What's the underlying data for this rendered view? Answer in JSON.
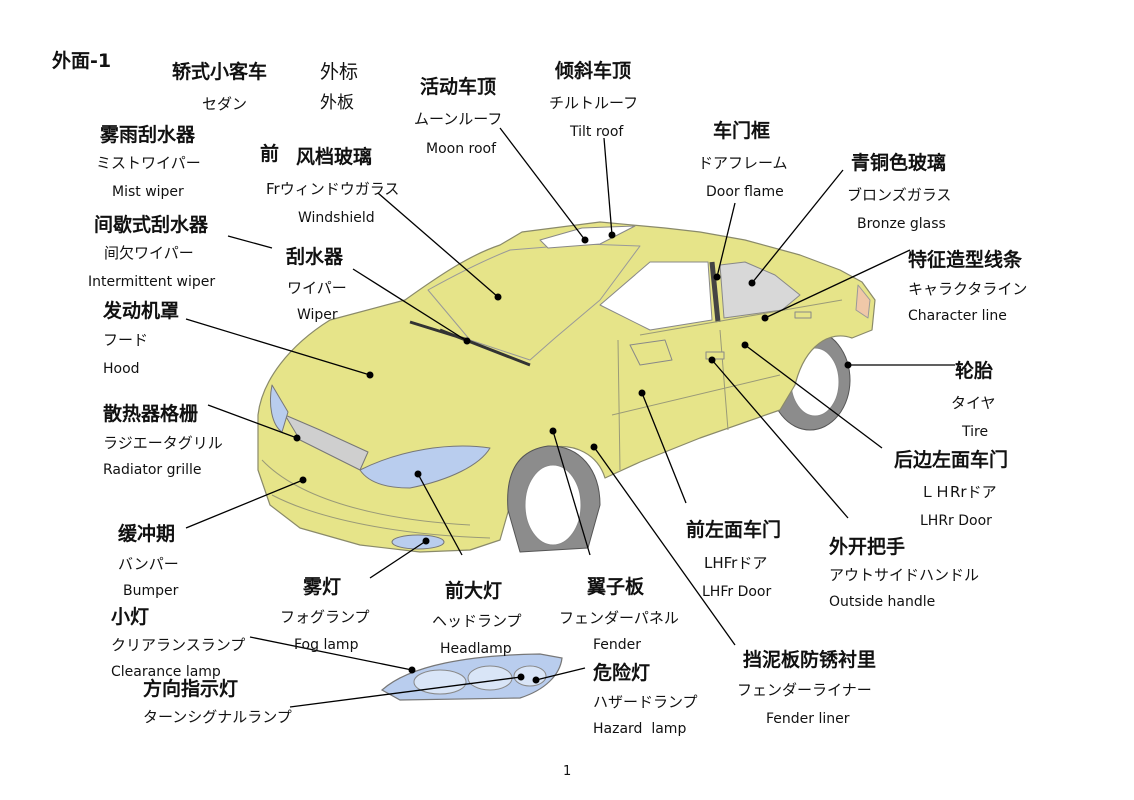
{
  "page_title": "外面-1",
  "page_number": "1",
  "parts": {
    "sedan": {
      "zh": "轿式小客车",
      "jp": "セダン"
    },
    "emblem": {
      "zh": "外标",
      "jp": "外板"
    },
    "moon_roof": {
      "zh": "活动车顶",
      "jp": "ムーンルーフ",
      "en": "Moon roof"
    },
    "tilt_roof": {
      "zh": "倾斜车顶",
      "jp": "チルトルーフ",
      "en": "Tilt roof"
    },
    "mist_wiper": {
      "zh": "雾雨刮水器",
      "jp": "ミストワイパー",
      "en": "Mist wiper"
    },
    "windshield": {
      "prefix": "前",
      "zh": "风档玻璃",
      "jp": "Frウィンドウガラス",
      "en": "Windshield"
    },
    "door_frame": {
      "zh": "车门框",
      "jp": "ドアフレーム",
      "en": "Door flame"
    },
    "bronze_glass": {
      "zh": "青铜色玻璃",
      "jp": "ブロンズガラス",
      "en": "Bronze glass"
    },
    "int_wiper": {
      "zh": "间歇式刮水器",
      "jp": "间欠ワイパー",
      "en": "Intermittent wiper"
    },
    "wiper": {
      "zh": "刮水器",
      "jp": "ワイパー",
      "en": "Wiper"
    },
    "char_line": {
      "zh": "特征造型线条",
      "jp": "キャラクタライン",
      "en": "Character line"
    },
    "hood": {
      "zh": "发动机罩",
      "jp": "フード",
      "en": "Hood"
    },
    "tire": {
      "zh": "轮胎",
      "jp": "タイヤ",
      "en": "Tire"
    },
    "grille": {
      "zh": "散热器格栅",
      "jp": "ラジエータグリル",
      "en": "Radiator grille"
    },
    "rl_door": {
      "zh": "后边左面车门",
      "jp": "ＬＨRrドア",
      "en": "LHRr Door"
    },
    "bumper": {
      "zh": "缓冲期",
      "jp": "バンパー",
      "en": "Bumper"
    },
    "fl_door": {
      "zh": "前左面车门",
      "jp": "LHFrドア",
      "en": "LHFr Door"
    },
    "out_handle": {
      "zh": "外开把手",
      "jp": "アウトサイドハンドル",
      "en": "Outside handle"
    },
    "fog_lamp": {
      "zh": "雾灯",
      "jp": "フォグランプ",
      "en": "Fog lamp"
    },
    "headlamp": {
      "zh": "前大灯",
      "jp": "ヘッドランプ",
      "en": "Headlamp"
    },
    "fender": {
      "zh": "翼子板",
      "jp": "フェンダーパネル",
      "en": "Fender"
    },
    "clearance": {
      "zh": "小灯",
      "jp": "クリアランスランプ",
      "en": "Clearance lamp"
    },
    "hazard": {
      "zh": "危险灯",
      "jp": "ハザードランプ",
      "en": "Hazard  lamp"
    },
    "liner": {
      "zh": "挡泥板防锈衬里",
      "jp": "フェンダーライナー",
      "en": "Fender liner"
    },
    "turn": {
      "zh": "方向指示灯",
      "jp": "ターンシグナルランプ"
    }
  },
  "colors": {
    "car_body": "#e6e489",
    "glass": "#d8d8d8",
    "lamp": "#b9cdee",
    "tire": "#8c8c8c",
    "line": "#000000"
  }
}
